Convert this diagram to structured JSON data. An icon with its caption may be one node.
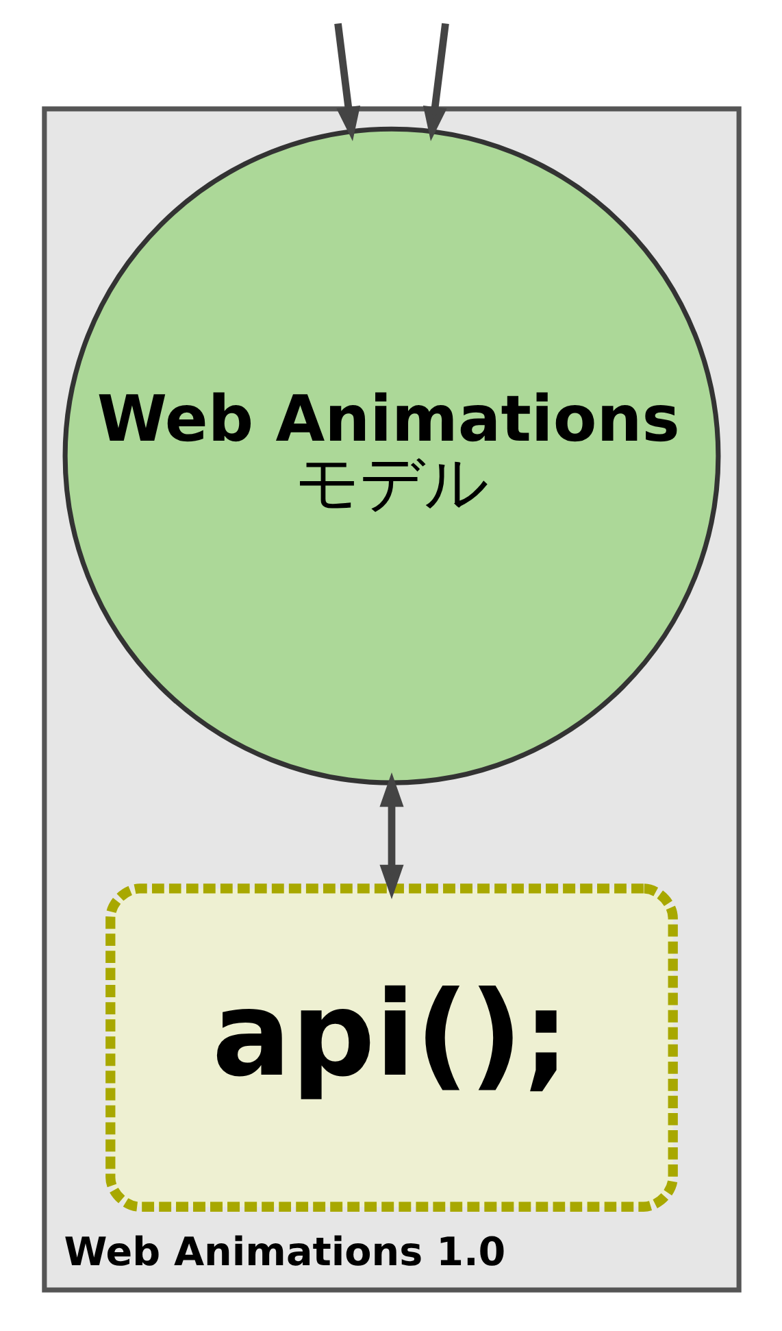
{
  "diagram": {
    "nodes": [
      {
        "text": [
          "Web Animations 1.0"
        ]
      },
      {
        "text": [
          "Web Animations",
          "モデル"
        ],
        "in": 0
      },
      {
        "text": [
          "api();"
        ],
        "in": 0
      }
    ],
    "edges": [
      {
        "from": null,
        "to": 1,
        "arrow": "to"
      },
      {
        "from": null,
        "to": 1,
        "arrow": "to"
      },
      {
        "from": 1,
        "to": 2,
        "arrow": "both"
      }
    ]
  }
}
